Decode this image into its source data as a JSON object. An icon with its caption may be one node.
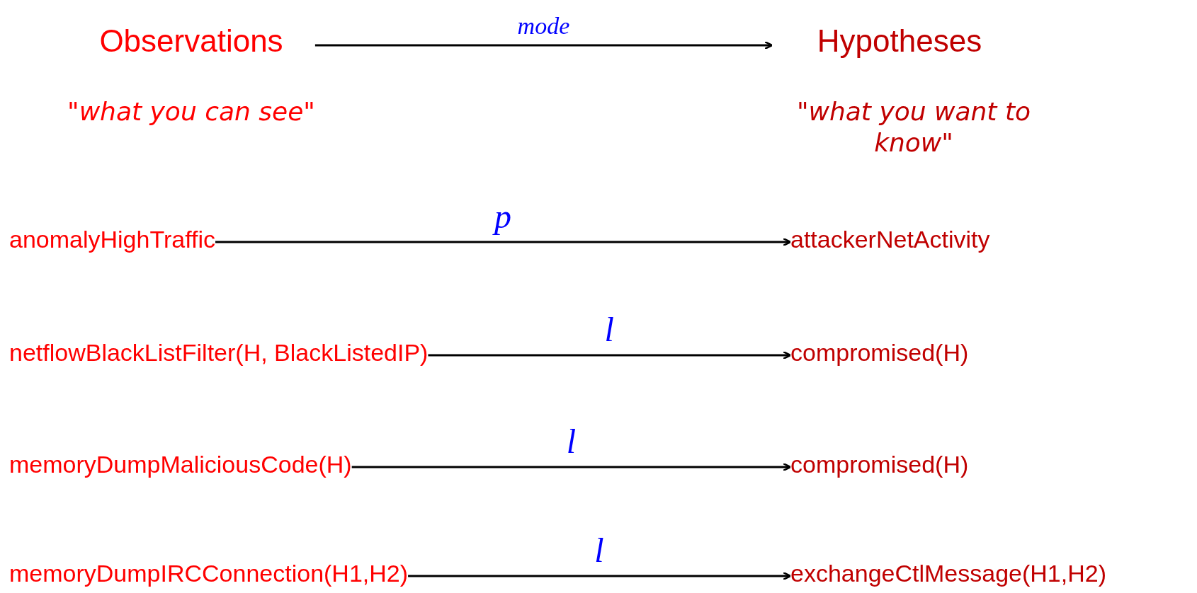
{
  "diagram": {
    "nodes": [
      {
        "text": [
          "Observations",
          "\"what you can see\""
        ]
      },
      {
        "text": [
          "Hypotheses",
          "\"what you want to know\""
        ]
      },
      {
        "text": [
          "anomalyHighTraffic"
        ]
      },
      {
        "text": [
          "attackerNetActivity"
        ]
      },
      {
        "text": [
          "netflowBlackListFilter(H, BlackListedIP)"
        ]
      },
      {
        "text": [
          "compromised(H)"
        ]
      },
      {
        "text": [
          "memoryDumpMaliciousCode(H)"
        ]
      },
      {
        "text": [
          "compromised(H)"
        ]
      },
      {
        "text": [
          "memoryDumpIRCConnection(H1,H2)"
        ]
      },
      {
        "text": [
          "exchangeCtlMessage(H1,H2)"
        ]
      }
    ],
    "edges": [
      {
        "from": 0,
        "to": 1,
        "arrow": "to",
        "label": "mode"
      },
      {
        "from": 2,
        "to": 3,
        "arrow": "to",
        "label": "p"
      },
      {
        "from": 4,
        "to": 5,
        "arrow": "to",
        "label": "l"
      },
      {
        "from": 6,
        "to": 7,
        "arrow": "to",
        "label": "l"
      },
      {
        "from": 8,
        "to": 9,
        "arrow": "to",
        "label": "l"
      }
    ]
  }
}
